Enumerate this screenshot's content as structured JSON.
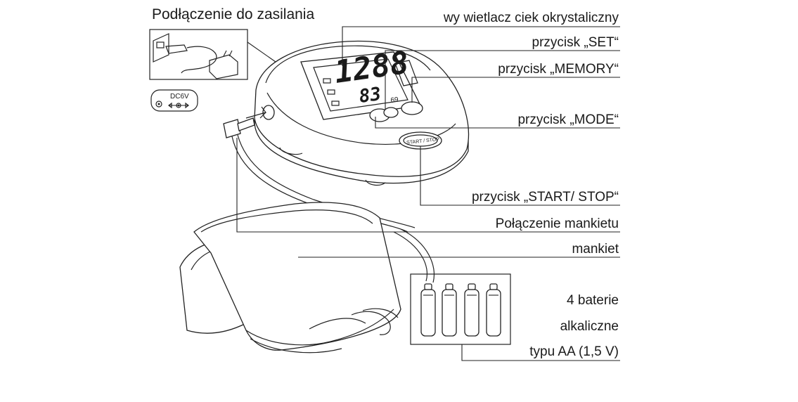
{
  "power": {
    "title": "Podłączenie do zasilania",
    "dc_label": "DC6V"
  },
  "display": {
    "lcd_main": "1288",
    "lcd_second": "83",
    "lcd_pulse": "69"
  },
  "buttons": {
    "start_stop": "START / STOP"
  },
  "labels": {
    "lcd": "wy wietlacz ciek okrystaliczny",
    "set": "przycisk „SET“",
    "memory": "przycisk „MEMORY“",
    "mode": "przycisk „MODE“",
    "start_stop": "przycisk „START/ STOP“",
    "cuff_connection": "Połączenie mankietu",
    "cuff": "mankiet",
    "batteries_1": "4 baterie",
    "batteries_2": "alkaliczne",
    "batteries_3": "typu AA (1,5 V)"
  }
}
